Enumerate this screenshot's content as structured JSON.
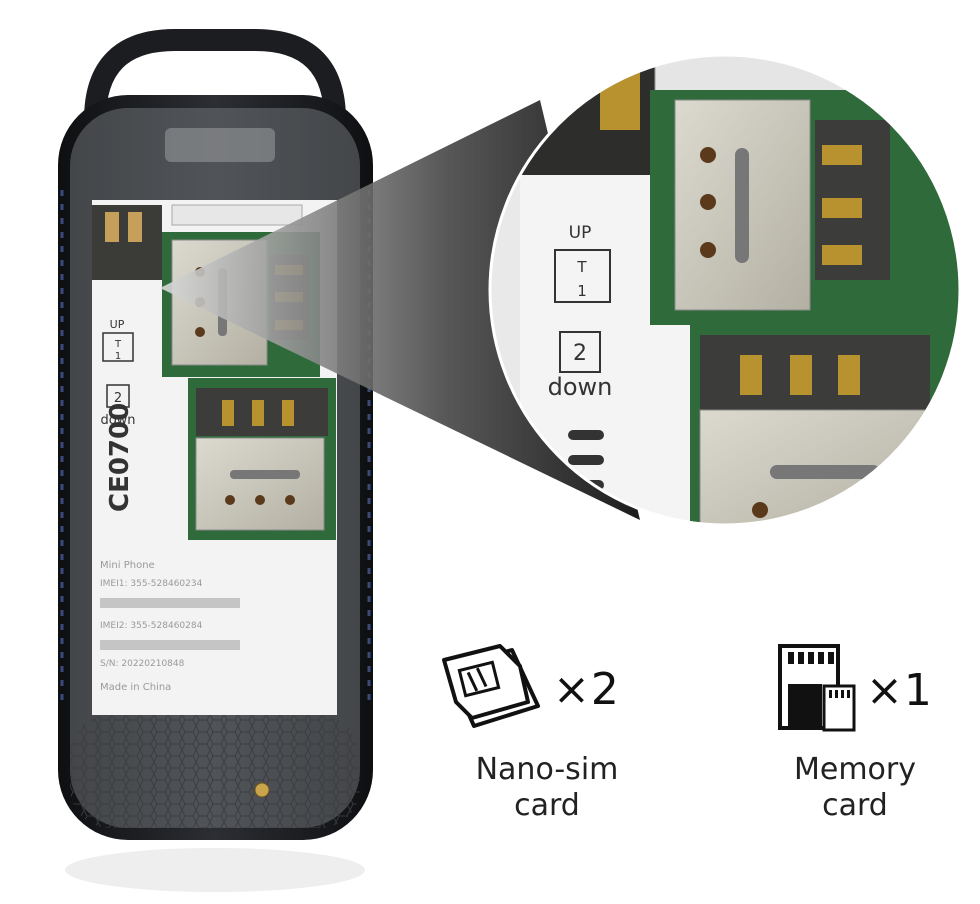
{
  "phone": {
    "tray_up": "UP",
    "tray_slot1_letter": "T",
    "tray_slot1_num": "1",
    "tray_slot2_num": "2",
    "tray_down": "down",
    "ce_mark": "CE0700",
    "label_lines": [
      "Mini Phone",
      "IMEI1: 355-528460234",
      "IMEI2: 355-528460284",
      "S/N: 20220210848",
      "Made in China"
    ]
  },
  "zoom": {
    "tray_up": "UP",
    "tray_slot1_letter": "T",
    "tray_slot1_num": "1",
    "tray_slot2_num": "2",
    "tray_down": "down"
  },
  "features": [
    {
      "icon": "nano-sim-cards-icon",
      "multiplier": "×2",
      "caption_line1": "Nano-sim",
      "caption_line2": "card"
    },
    {
      "icon": "memory-card-icon",
      "multiplier": "×1",
      "caption_line1": "Memory",
      "caption_line2": "card"
    }
  ],
  "colors": {
    "phone_body": "#1e1f22",
    "pcb": "#2f6a3a",
    "sim_metal": "#c9c7bb",
    "gold": "#b58a2c"
  }
}
